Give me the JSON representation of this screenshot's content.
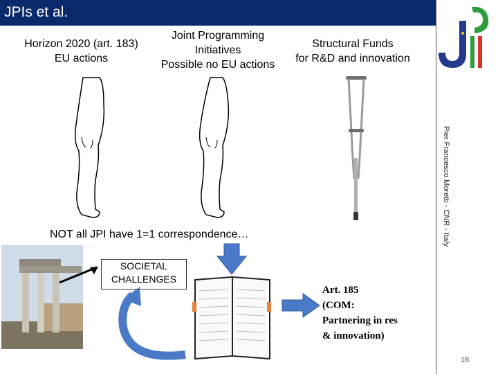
{
  "title": "JPIs et al.",
  "headings": {
    "horizon": [
      "Horizon 2020 (art. 183)",
      "EU actions"
    ],
    "jpi": [
      "Joint Programming",
      "Initiatives",
      "Possible no EU actions"
    ],
    "structural": [
      "Structural Funds",
      "for R&D and innovation"
    ]
  },
  "side_note": "Pier Francesco Moretti - CNR - Italy",
  "note": "NOT all JPI have 1=1 correspondence…",
  "societal": [
    "SOCIETAL",
    "CHALLENGES"
  ],
  "art": [
    "Art. 185",
    "(COM:",
    "Partnering in res",
    "& innovation)"
  ],
  "page_number": "18",
  "colors": {
    "title_bar": "#0b2a6b",
    "arrow_blue": "#4a7ac7",
    "logo_blue": "#243a8c",
    "logo_green": "#2e9b3e",
    "logo_red": "#d9332b"
  }
}
